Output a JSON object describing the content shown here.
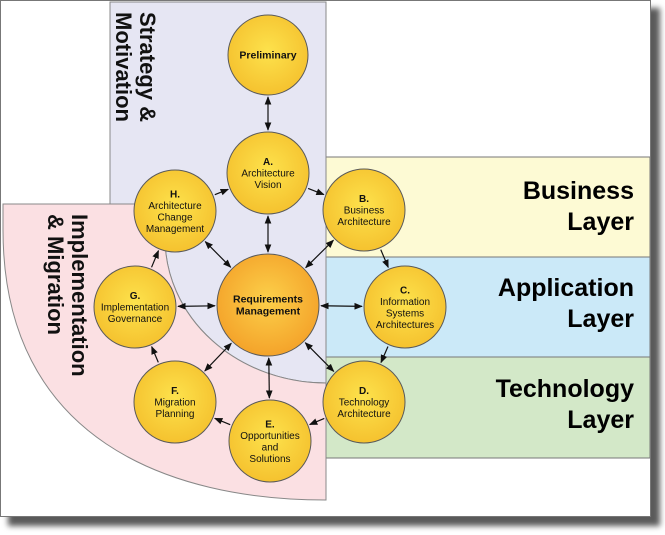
{
  "diagram": {
    "title": "TOGAF ADM with Architecture Layers",
    "colors": {
      "strategy_region": "#e6e6f3",
      "implementation_region": "#fbe0e3",
      "business_band": "#fdfad4",
      "application_band": "#cbe9f8",
      "technology_band": "#d3e8c8",
      "node_fill_center": "#fde14a",
      "node_fill_edge": "#f5c431",
      "rm_fill_center": "#fcc842",
      "rm_fill_edge": "#f4a42b",
      "outline": "#555555"
    },
    "regions": {
      "strategy": {
        "line1": "Strategy &",
        "line2": "Motivation"
      },
      "implementation": {
        "line1": "Implementation",
        "line2": "& Migration"
      }
    },
    "bands": [
      {
        "id": "business",
        "line1": "Business",
        "line2": "Layer"
      },
      {
        "id": "application",
        "line1": "Application",
        "line2": "Layer"
      },
      {
        "id": "technology",
        "line1": "Technology",
        "line2": "Layer"
      }
    ],
    "center": {
      "id": "requirements",
      "lines": [
        "Requirements",
        "Management"
      ]
    },
    "nodes": [
      {
        "id": "preliminary",
        "letter": "",
        "lines": [
          "Preliminary"
        ],
        "bold": true
      },
      {
        "id": "a",
        "letter": "A.",
        "lines": [
          "Architecture",
          "Vision"
        ]
      },
      {
        "id": "b",
        "letter": "B.",
        "lines": [
          "Business",
          "Architecture"
        ]
      },
      {
        "id": "c",
        "letter": "C.",
        "lines": [
          "Information",
          "Systems",
          "Architectures"
        ]
      },
      {
        "id": "d",
        "letter": "D.",
        "lines": [
          "Technology",
          "Architecture"
        ]
      },
      {
        "id": "e",
        "letter": "E.",
        "lines": [
          "Opportunities",
          "and",
          "Solutions"
        ]
      },
      {
        "id": "f",
        "letter": "F.",
        "lines": [
          "Migration",
          "Planning"
        ]
      },
      {
        "id": "g",
        "letter": "G.",
        "lines": [
          "Implementation",
          "Governance"
        ]
      },
      {
        "id": "h",
        "letter": "H.",
        "lines": [
          "Architecture",
          "Change",
          "Management"
        ]
      }
    ],
    "cycle_order": [
      "a",
      "b",
      "c",
      "d",
      "e",
      "f",
      "g",
      "h"
    ],
    "bidirectional_links": [
      [
        "preliminary",
        "a"
      ],
      [
        "requirements",
        "a"
      ],
      [
        "requirements",
        "b"
      ],
      [
        "requirements",
        "c"
      ],
      [
        "requirements",
        "d"
      ],
      [
        "requirements",
        "e"
      ],
      [
        "requirements",
        "f"
      ],
      [
        "requirements",
        "g"
      ],
      [
        "requirements",
        "h"
      ]
    ]
  }
}
